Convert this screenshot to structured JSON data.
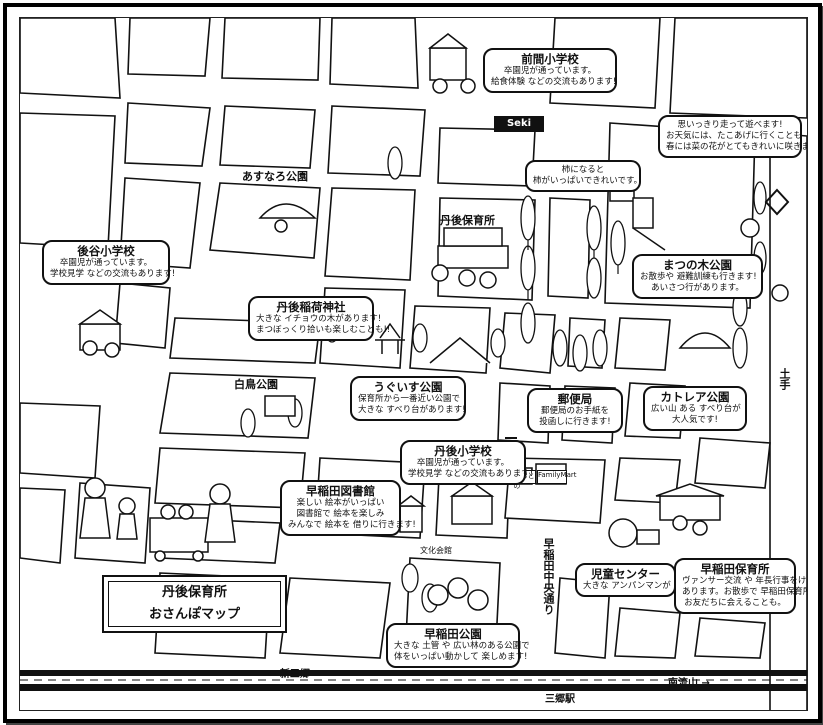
{
  "map": {
    "title_line1": "丹後保育所",
    "title_line2": "おさんぽマップ",
    "road_labels": {
      "shin_misato": "← 新三郷",
      "misato_station": "三郷駅",
      "nagareyama": "南流山 →",
      "chuo_dori": "早稲田中央通り",
      "dote": "土手",
      "bunka_kaikan": "文化会館"
    },
    "seki_sign": "Seki",
    "shops": [
      "ママとおとの",
      "FamilyMart"
    ],
    "bubbles": {
      "maema_school": {
        "title": "前間小学校",
        "lines": [
          "卒園児が通っています。",
          "給食体験 などの交流もあります!"
        ]
      },
      "kaki": {
        "title": "",
        "lines": [
          "柿になると",
          "柿がいっぱいできれいです。"
        ]
      },
      "yokoku": {
        "title": "",
        "lines": [
          "思いっきり走って遊べます!",
          "お天気には、たこあげに行くことも",
          "春には菜の花がとてもきれいに咲きます。"
        ]
      },
      "asunaro_park": {
        "title": "あすなろ公園",
        "lines": []
      },
      "tango_nursery_label": {
        "title": "丹後保育所",
        "lines": []
      },
      "ushiro_school": {
        "title": "後谷小学校",
        "lines": [
          "卒園児が通っています。",
          "学校見学 などの交流もあります!"
        ]
      },
      "inari_shrine": {
        "title": "丹後稲荷神社",
        "lines": [
          "大きな イチョウの木があります!",
          "まつぼっくり拾いも楽しむことも!!"
        ]
      },
      "matsunoki_park": {
        "title": "まつの木公園",
        "lines": [
          "お散歩や 避難訓練も行きます!",
          "あいさつ行があります。"
        ]
      },
      "shiratori_park": {
        "title": "白鳥公園",
        "lines": []
      },
      "uguisu_park": {
        "title": "うぐいす公園",
        "lines": [
          "保育所から一番近い公園で",
          "大きな すべり台があります!"
        ]
      },
      "post_office": {
        "title": "郵便局",
        "lines": [
          "郵便局のお手紙を",
          "投函しに行きます!"
        ]
      },
      "cattleya_park": {
        "title": "カトレア公園",
        "lines": [
          "広い山 ある すべり台が",
          "大人気です!"
        ]
      },
      "tango_school": {
        "title": "丹後小学校",
        "lines": [
          "卒園児が通っています。",
          "学校見学 などの交流もあります!"
        ]
      },
      "library": {
        "title": "早稲田図書館",
        "lines": [
          "楽しい 絵本がいっぱい",
          "図書館で 絵本を楽しみ",
          "みんなで 絵本を 借りに行きます!"
        ]
      },
      "jido_center": {
        "title": "児童センター",
        "lines": [
          "大きな アンパンマンが 目印です!"
        ]
      },
      "waseda_nursery": {
        "title": "早稲田保育所",
        "lines": [
          "ヴァンサー交流 や 年長行事をけてします。",
          "あります。お散歩で 早稲田保育所の",
          "お友だちに会えることも。"
        ]
      },
      "waseda_park": {
        "title": "早稲田公園",
        "lines": [
          "大きな 土管 や 広い林のある公園で",
          "体をいっぱい動かして 楽しめます!"
        ]
      }
    }
  }
}
